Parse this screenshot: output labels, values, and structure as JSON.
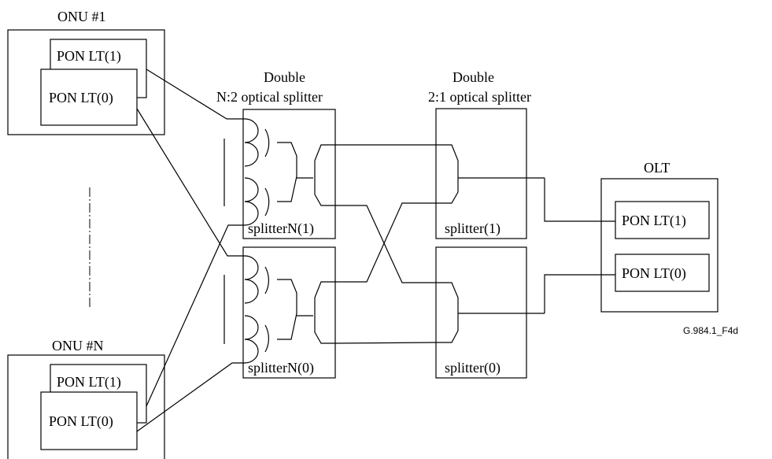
{
  "onu1": {
    "title": "ONU #1",
    "lt_back": "PON LT(1)",
    "lt_front": "PON LT(0)"
  },
  "onuN": {
    "title": "ONU #N",
    "lt_back": "PON LT(1)",
    "lt_front": "PON LT(0)"
  },
  "splitter_nx2": {
    "title_line1": "Double",
    "title_line2": "N:2 optical splitter",
    "top_label": "splitterN(1)",
    "bottom_label": "splitterN(0)"
  },
  "splitter_2x1": {
    "title_line1": "Double",
    "title_line2": "2:1 optical splitter",
    "top_label": "splitter(1)",
    "bottom_label": "splitter(0)"
  },
  "olt": {
    "title": "OLT",
    "lt_top": "PON LT(1)",
    "lt_bottom": "PON LT(0)"
  },
  "figure_id": "G.984.1_F4d"
}
